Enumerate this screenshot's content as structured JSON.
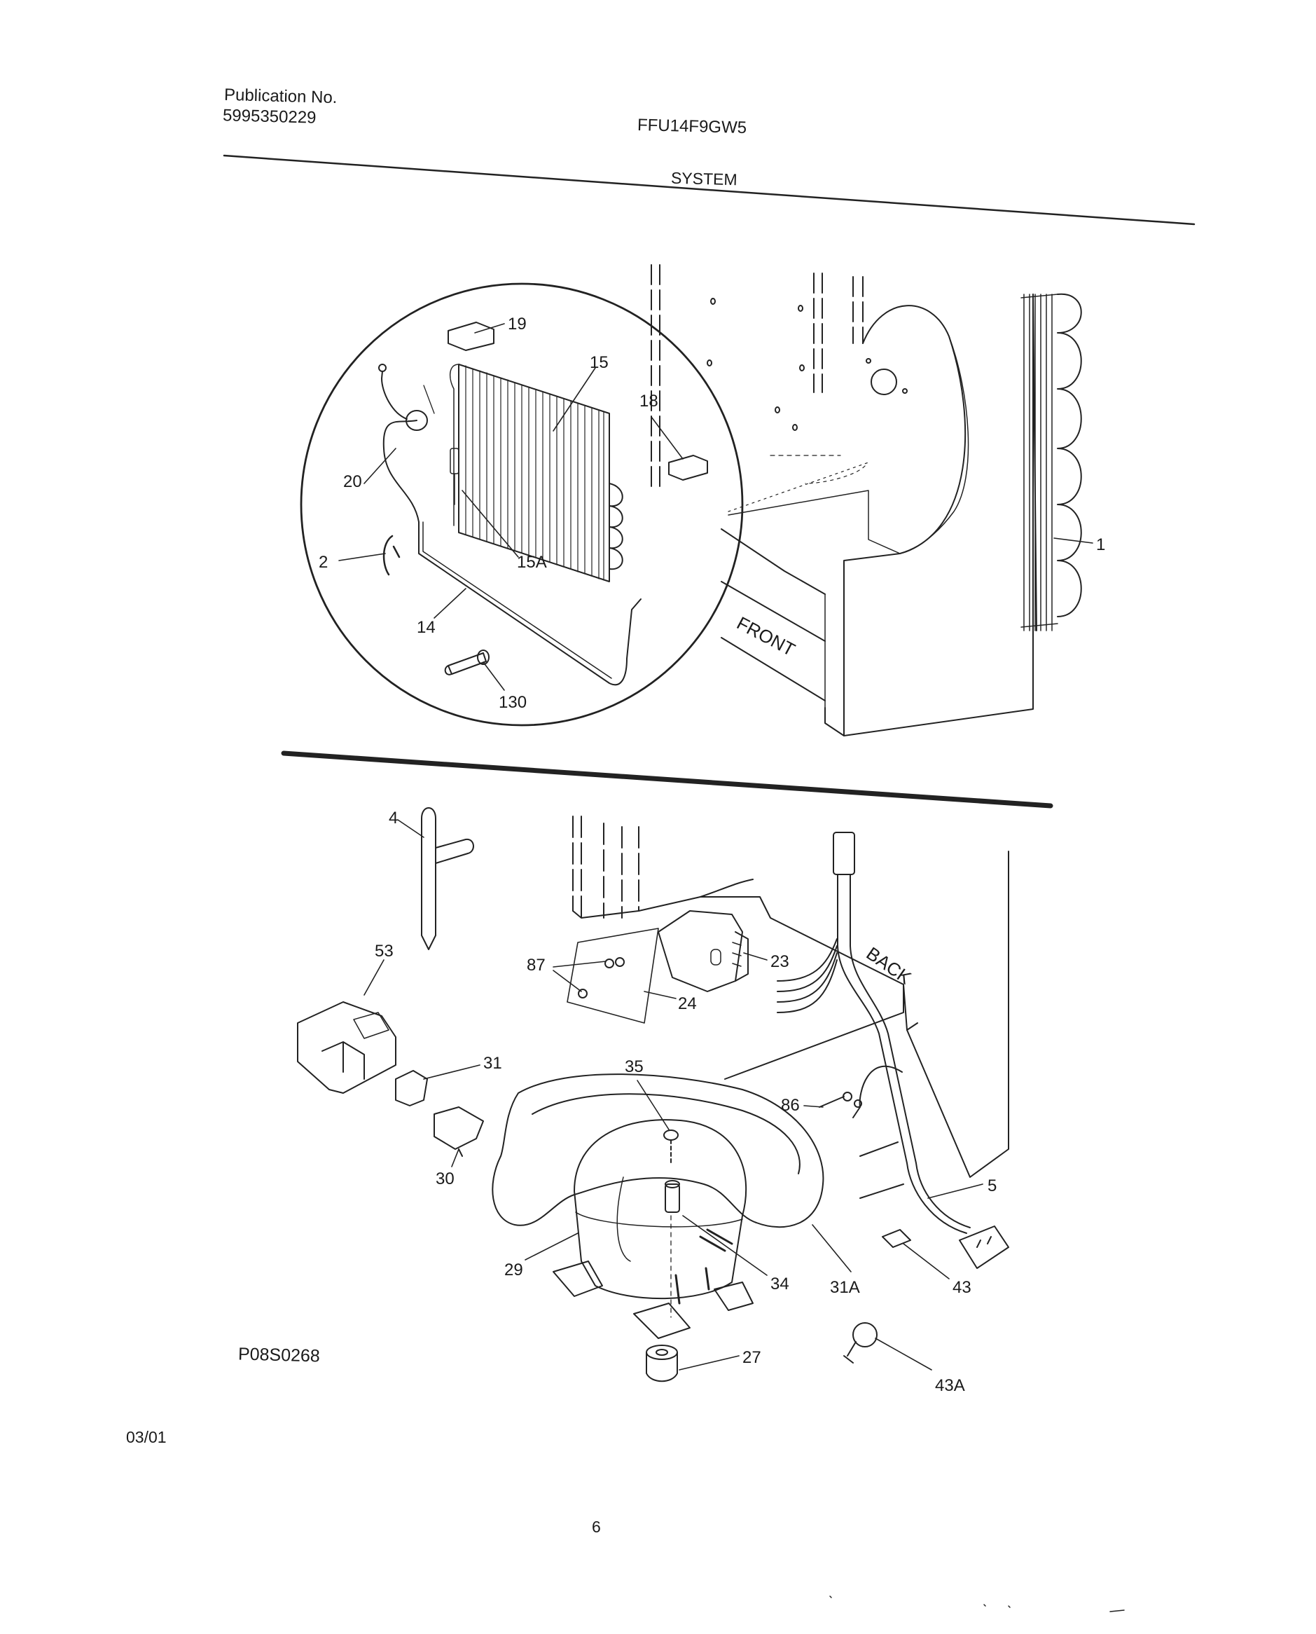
{
  "header": {
    "publication_label": "Publication No.",
    "publication_number": "5995350229",
    "model": "FFU14F9GW5",
    "section_title": "SYSTEM"
  },
  "diagram": {
    "labels": {
      "front": "FRONT",
      "back": "BACK"
    },
    "callouts": [
      "19",
      "15",
      "18",
      "20",
      "2",
      "15A",
      "14",
      "130",
      "1",
      "4",
      "53",
      "87",
      "23",
      "24",
      "31",
      "35",
      "86",
      "30",
      "5",
      "29",
      "34",
      "31A",
      "43",
      "27",
      "43A"
    ]
  },
  "footer": {
    "drawing_code": "P08S0268",
    "date": "03/01",
    "page_number": "6"
  }
}
